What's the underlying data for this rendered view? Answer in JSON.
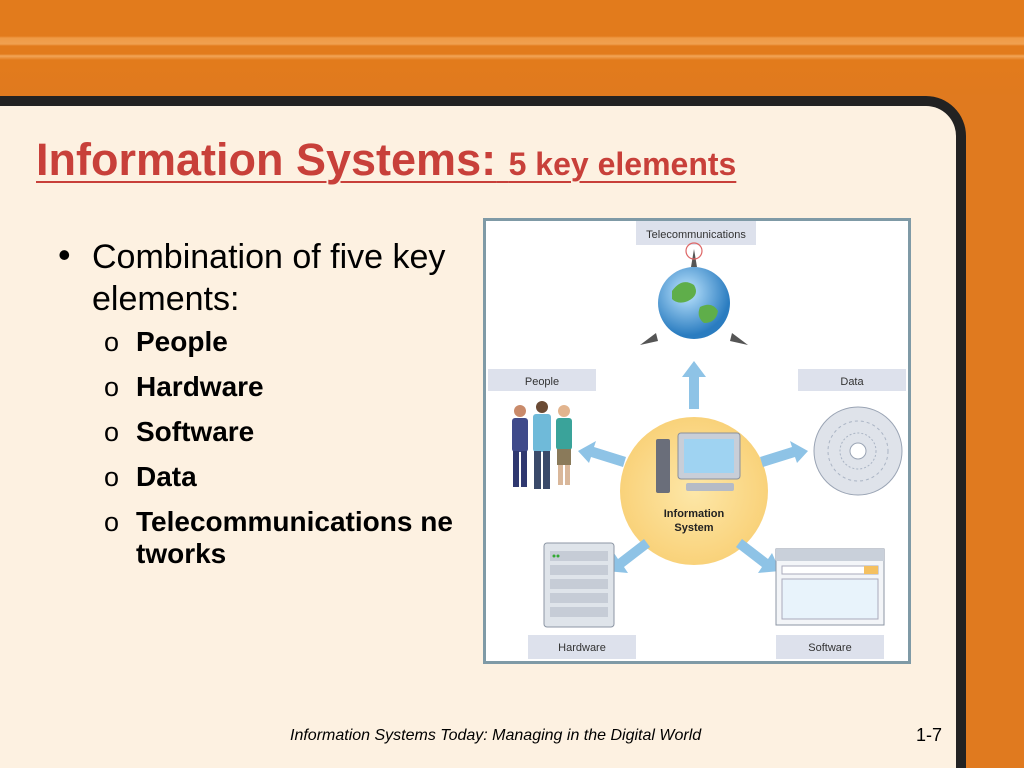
{
  "slide": {
    "title_main": "Information Systems:",
    "title_sub": "5 key elements",
    "bullet": "Combination of five key elements:",
    "sub_bullet_marker": "o",
    "items": [
      "People",
      "Hardware",
      "Software",
      "Data",
      "Telecommunications networks"
    ]
  },
  "figure": {
    "labels": {
      "telecommunications": "Telecommunications",
      "people": "People",
      "data": "Data",
      "hardware": "Hardware",
      "software": "Software",
      "center_line1": "Information",
      "center_line2": "System"
    }
  },
  "footer": {
    "text": "Information Systems Today: Managing in the Digital World",
    "page": "1-7"
  },
  "colors": {
    "background_orange": "#e07a1f",
    "slide_cream": "#fdf1e1",
    "title_red": "#c8403a",
    "label_bar": "#dde1ec",
    "arrow_blue": "#8ec3e6"
  },
  "icons": [
    "globe-tower-icon",
    "people-icon",
    "cd-disc-icon",
    "server-rack-icon",
    "browser-window-icon",
    "computer-icon"
  ]
}
